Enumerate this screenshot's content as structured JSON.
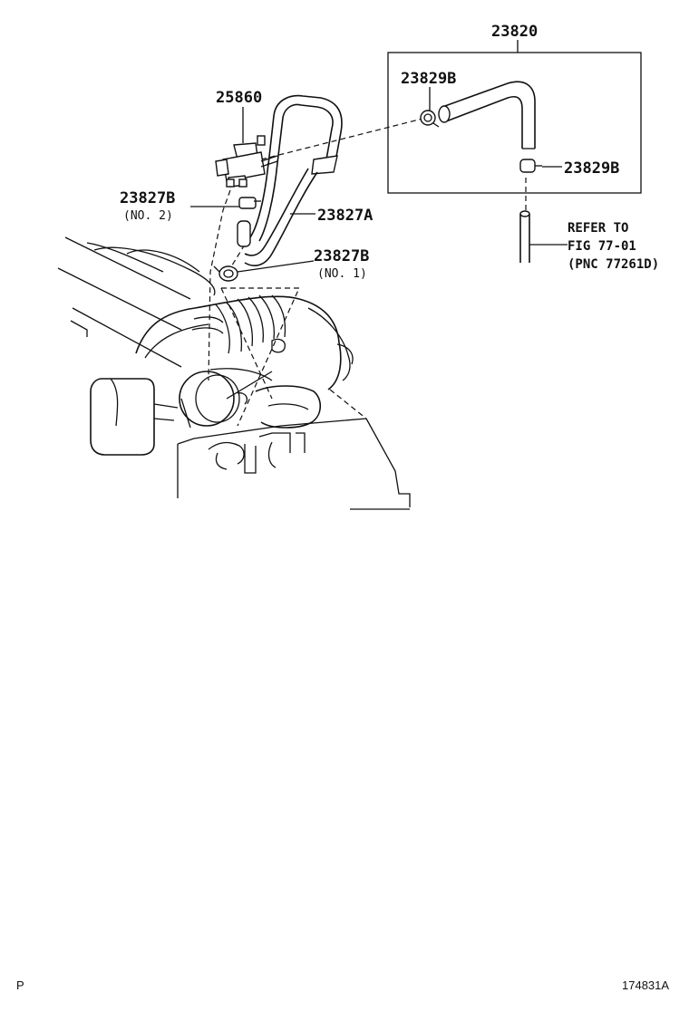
{
  "diagram": {
    "labels": {
      "kit_part": "23820",
      "clip_upper": "23829B",
      "clip_lower": "23829B",
      "vsv": "25860",
      "clip_no2": "23827B",
      "clip_no2_note": "(NO. 2)",
      "hose_main": "23827A",
      "clip_no1": "23827B",
      "clip_no1_note": "(NO. 1)"
    },
    "reference": {
      "line1": "REFER TO",
      "line2": "FIG 77-01",
      "line3": "(PNC 77261D)"
    },
    "footer": {
      "left_code": "P",
      "right_code": "174831A"
    }
  }
}
